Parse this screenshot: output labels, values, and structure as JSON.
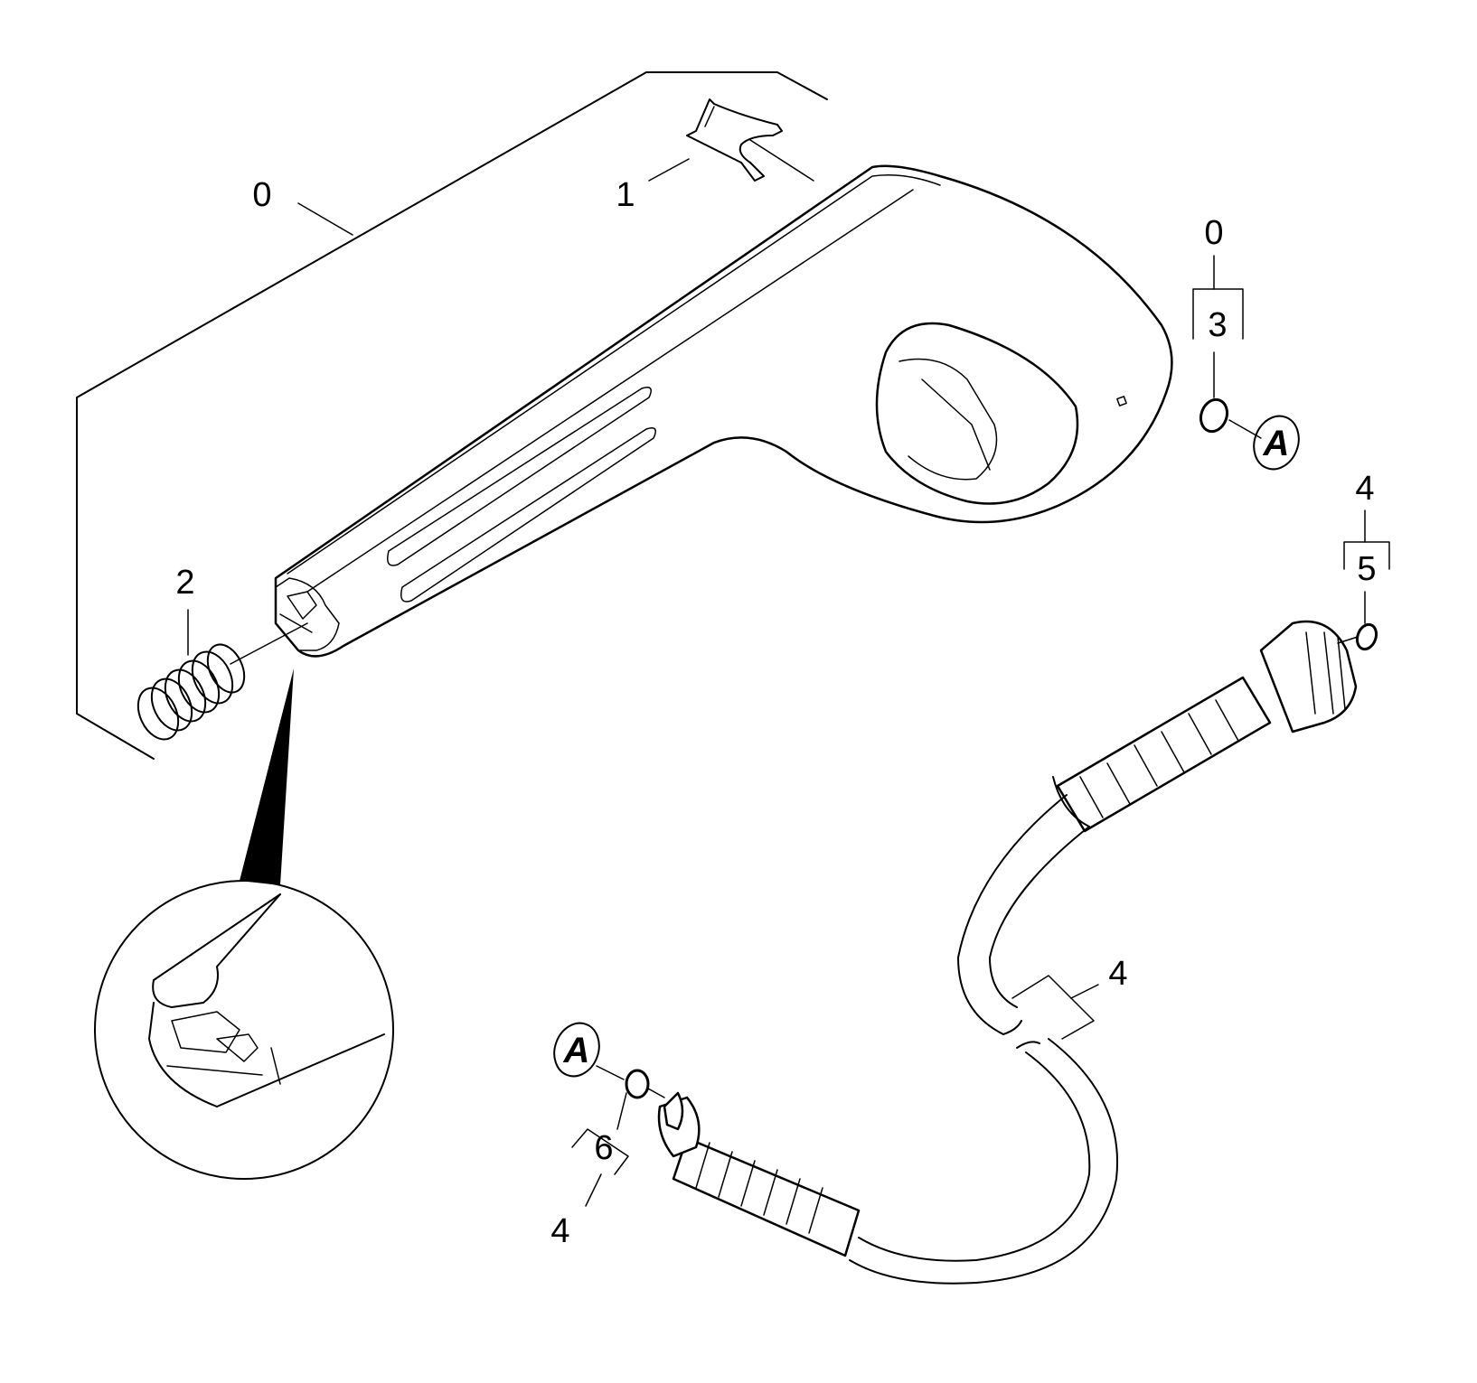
{
  "labels": {
    "kit_main": "0",
    "clip": "1",
    "spring": "2",
    "kit_oring_top": "0",
    "oring_top": "3",
    "hose_kit_top": "4",
    "oring_right": "5",
    "hose": "4",
    "hose_kit_bottom": "4",
    "oring_bottom": "6"
  },
  "callouts": {
    "connection_top": "A",
    "connection_bottom": "A"
  }
}
